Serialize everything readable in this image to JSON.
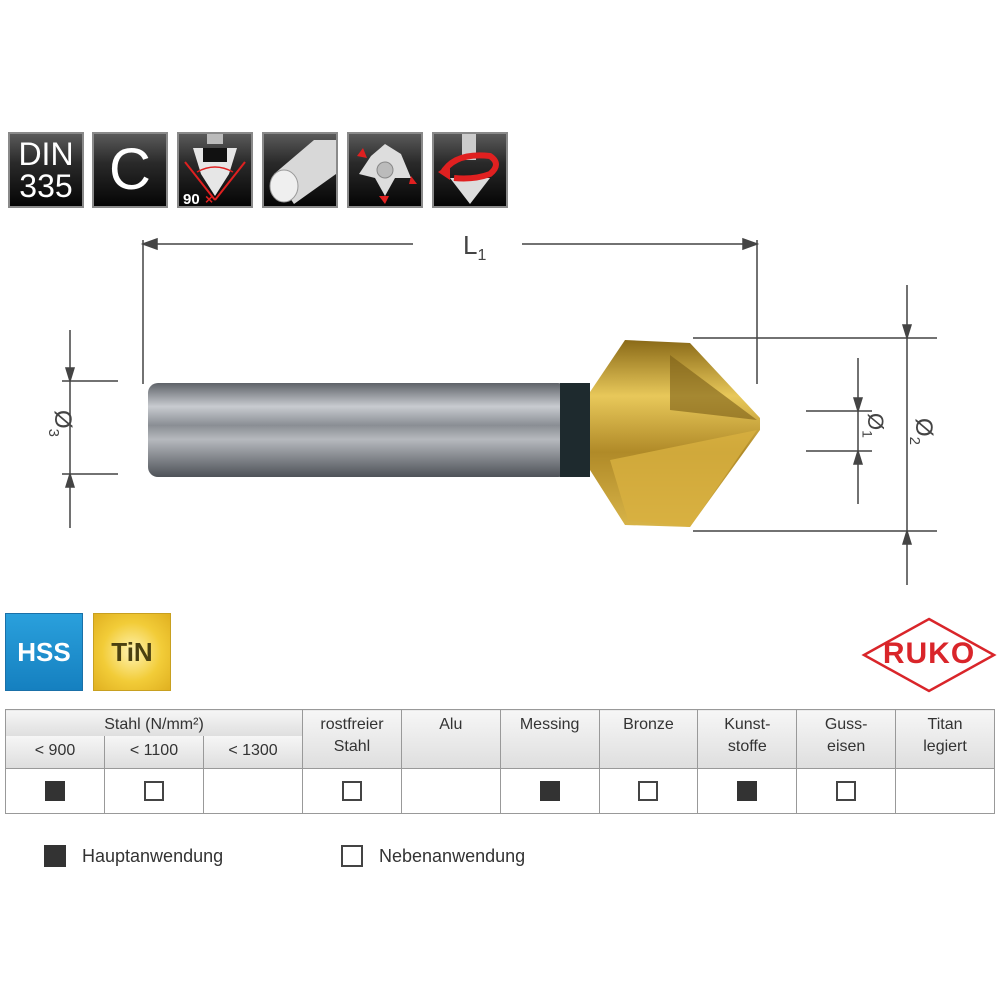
{
  "feature_icons": [
    {
      "id": "din",
      "name": "din-335-icon",
      "lines": [
        "DIN",
        "335"
      ]
    },
    {
      "id": "type",
      "name": "type-c-icon",
      "label": "C"
    },
    {
      "id": "angle",
      "name": "countersink-angle-icon",
      "label": "90°"
    },
    {
      "id": "shank",
      "name": "cylindrical-shank-icon"
    },
    {
      "id": "flutes",
      "name": "three-flute-icon"
    },
    {
      "id": "rotation",
      "name": "right-rotation-icon"
    }
  ],
  "drawing": {
    "length_label": "L",
    "length_sub": "1",
    "d1_label": "Ø",
    "d1_sub": "1",
    "d2_label": "Ø",
    "d2_sub": "2",
    "d3_label": "Ø",
    "d3_sub": "3",
    "colors": {
      "shank": "#8c9096",
      "tin_coating": "#c9a53a",
      "dim_line": "#444444"
    }
  },
  "materials": [
    {
      "label": "HSS",
      "bg": "#1e8fcc",
      "fg": "#ffffff"
    },
    {
      "label": "TiN",
      "bg": "#f0c830",
      "fg": "#4a4010"
    }
  ],
  "brand": {
    "name": "RUKO",
    "color": "#d9252a"
  },
  "application_table": {
    "group_header": "Stahl (N/mm²)",
    "sub_headers": [
      "< 900",
      "< 1100",
      "< 1300"
    ],
    "headers": [
      "rostfreier Stahl",
      "Alu",
      "Messing",
      "Bronze",
      "Kunst-stoffe",
      "Guss-eisen",
      "Titan legiert"
    ],
    "header_lines": [
      [
        "rostfreier",
        "Stahl"
      ],
      [
        "Alu"
      ],
      [
        "Messing"
      ],
      [
        "Bronze"
      ],
      [
        "Kunst-",
        "stoffe"
      ],
      [
        "Guss-",
        "eisen"
      ],
      [
        "Titan",
        "legiert"
      ]
    ],
    "row": [
      "main",
      "secondary",
      "none",
      "secondary",
      "none",
      "main",
      "secondary",
      "main",
      "secondary",
      "none"
    ]
  },
  "legend": {
    "main_label": "Hauptanwendung",
    "secondary_label": "Nebenanwendung"
  }
}
